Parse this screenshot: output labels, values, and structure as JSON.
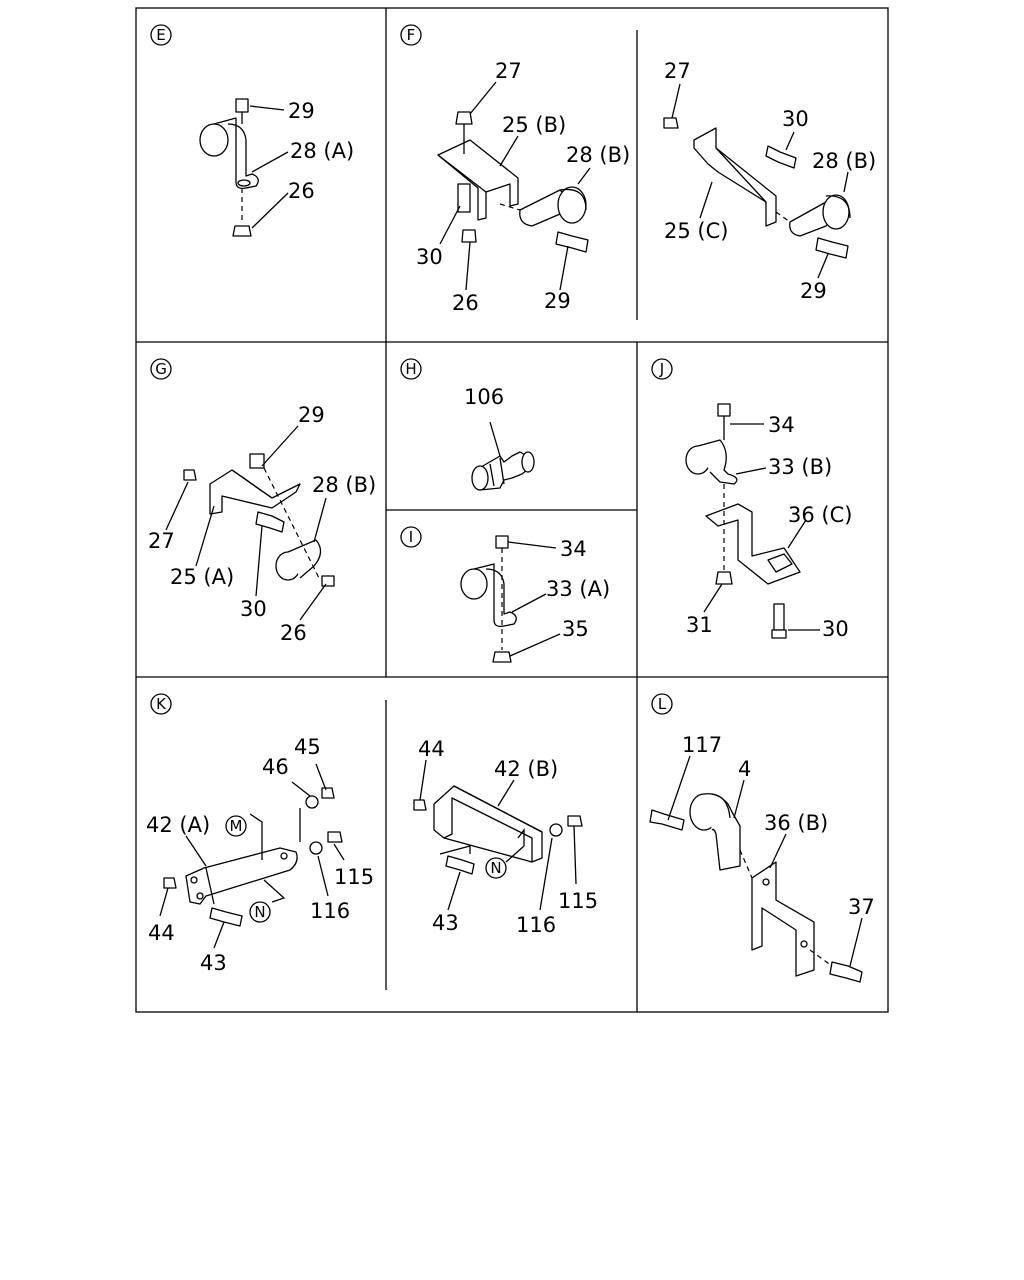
{
  "sections": {
    "E": {
      "marker": "E",
      "labels": [
        "29",
        "28 (A)",
        "26"
      ]
    },
    "F": {
      "marker": "F",
      "labels": [
        "27",
        "25 (B)",
        "28 (B)",
        "30",
        "26",
        "29"
      ]
    },
    "F2": {
      "labels": [
        "27",
        "30",
        "28 (B)",
        "25 (C)",
        "29"
      ]
    },
    "G": {
      "marker": "G",
      "labels": [
        "29",
        "28 (B)",
        "27",
        "25 (A)",
        "30",
        "26"
      ]
    },
    "H": {
      "marker": "H",
      "labels": [
        "106"
      ]
    },
    "I": {
      "marker": "I",
      "labels": [
        "34",
        "33 (A)",
        "35"
      ]
    },
    "J": {
      "marker": "J",
      "labels": [
        "34",
        "33 (B)",
        "36 (C)",
        "31",
        "30"
      ]
    },
    "K": {
      "marker": "K",
      "sub_markers": [
        "M",
        "N"
      ],
      "labels": [
        "45",
        "46",
        "42 (A)",
        "115",
        "116",
        "44",
        "43"
      ]
    },
    "K2": {
      "sub_markers": [
        "N"
      ],
      "labels": [
        "44",
        "42 (B)",
        "43",
        "116",
        "115"
      ]
    },
    "L": {
      "marker": "L",
      "labels": [
        "117",
        "4",
        "36 (B)",
        "37"
      ]
    }
  }
}
